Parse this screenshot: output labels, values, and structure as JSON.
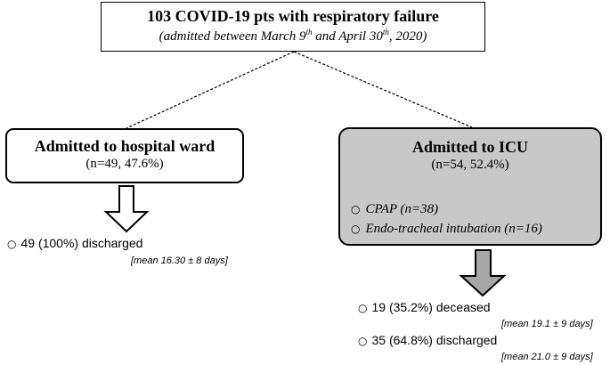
{
  "top": {
    "title": "103 COVID-19 pts with respiratory failure",
    "sub_prefix": "(admitted between March 9",
    "sub_sup1": "th",
    "sub_mid": " and April 30",
    "sub_sup2": "th",
    "sub_suffix": ", 2020)"
  },
  "ward": {
    "title": "Admitted to hospital ward",
    "count": "(n=49, 47.6%)",
    "outcome": "49 (100%) discharged",
    "outcome_note": "[mean 16.30 ± 8 days]"
  },
  "icu": {
    "title": "Admitted to ICU",
    "count": "(n=54, 52.4%)",
    "items": [
      "CPAP (n=38)",
      "Endo-tracheal intubation (n=16)"
    ],
    "outcomes": [
      {
        "label": "19 (35.2%) deceased",
        "note": "[mean 19.1 ± 9 days]"
      },
      {
        "label": "35 (64.8%) discharged",
        "note": "[mean 21.0 ± 9 days]"
      }
    ]
  },
  "bullet_glyph": "○",
  "colors": {
    "icu_fill": "#c8c8c8",
    "icu_arrow_fill": "#a6a6a6",
    "ward_arrow_fill": "#ffffff"
  }
}
